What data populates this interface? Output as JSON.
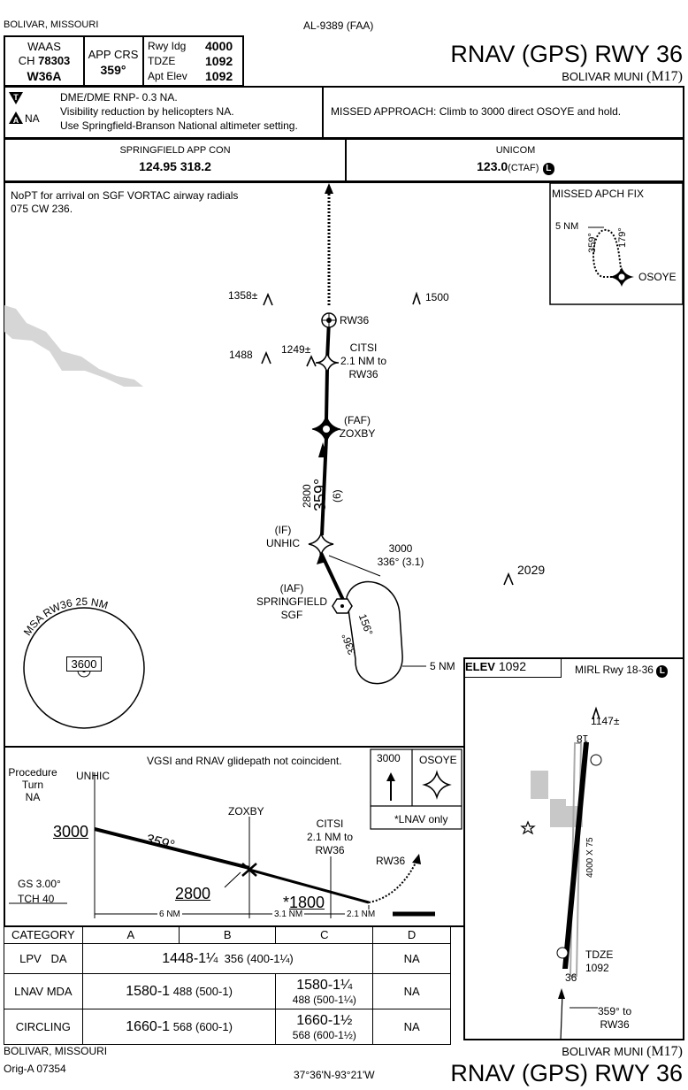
{
  "header": {
    "location": "BOLIVAR, MISSOURI",
    "chart_id": "AL-9389 (FAA)",
    "procedure": "RNAV (GPS) RWY 36",
    "airport": "BOLIVAR MUNI",
    "airport_id": "(M17)"
  },
  "briefing": {
    "waas_label": "WAAS",
    "waas_ch_label": "CH",
    "waas_ch": "78303",
    "waas_id": "W36A",
    "app_crs_label": "APP CRS",
    "app_crs": "359°",
    "rwy_ldg_label": "Rwy Idg",
    "rwy_ldg": "4000",
    "tdze_label": "TDZE",
    "tdze": "1092",
    "apt_elev_label": "Apt Elev",
    "apt_elev": "1092"
  },
  "notes": {
    "line1": "DME/DME RNP- 0.3 NA.",
    "line2": "Visibility reduction by helicopters NA.",
    "line3": "Use Springfield-Branson National altimeter setting.",
    "na_label": "NA",
    "missed_approach": "MISSED APPROACH:  Climb to 3000 direct OSOYE and hold."
  },
  "comms": {
    "app_con_label": "SPRINGFIELD APP CON",
    "app_con_freq": "124.95  318.2",
    "unicom_label": "UNICOM",
    "unicom_freq": "123.0",
    "unicom_suffix": "(CTAF)",
    "l_symbol": "L"
  },
  "plan": {
    "nopt_note": "NoPT for arrival on SGF VORTAC airway radials 075 CW 236.",
    "missed_fix_label": "MISSED APCH FIX",
    "hold_5nm": "5 NM",
    "hold_359": "359°",
    "hold_179": "179°",
    "osoye": "OSOYE",
    "obs_1358": "1358",
    "obs_1500": "1500",
    "obs_1488": "1488",
    "obs_1249": "1249",
    "obs_2029": "2029",
    "pm": "±",
    "rw36": "RW36",
    "citsi": "CITSI",
    "citsi_dist": "2.1 NM to",
    "citsi_rw": "RW36",
    "faf": "(FAF)",
    "zoxby": "ZOXBY",
    "seg_alt": "2800",
    "seg_crs": "359°",
    "seg_dist": "(6)",
    "if": "(IF)",
    "unhic": "UNHIC",
    "arr_alt": "3000",
    "arr_crs": "336° (3.1)",
    "iaf": "(IAF)",
    "springfield": "SPRINGFIELD",
    "sgf": "SGF",
    "pt_156": "156°",
    "pt_336": "336°",
    "pt_5nm": "5 NM",
    "msa_label": "MSA RW36 25 NM",
    "msa_alt": "3600"
  },
  "airport_diagram": {
    "elev_label": "ELEV",
    "elev": "1092",
    "lighting": "MIRL Rwy 18-36",
    "l_symbol": "L",
    "obs_1147": "1147",
    "pm": "±",
    "rwy_top": "18",
    "rwy_bottom": "36",
    "rwy_dims": "4000 X 75",
    "tdze_label": "TDZE",
    "tdze": "1092",
    "crs_label": "359° to",
    "crs_rw": "RW36"
  },
  "profile": {
    "pt_label1": "Procedure",
    "pt_label2": "Turn",
    "pt_label3": "NA",
    "vgsi_note": "VGSI and RNAV glidepath not coincident.",
    "unhic": "UNHIC",
    "alt_3000": "3000",
    "crs_359": "359°",
    "zoxby": "ZOXBY",
    "citsi": "CITSI",
    "citsi_dist": "2.1 NM to",
    "citsi_rw": "RW36",
    "rw36": "RW36",
    "alt_2800": "2800",
    "alt_1800": "1800",
    "lnav_star": "*",
    "gs": "GS 3.00°",
    "tch": "TCH 40",
    "ma_alt": "3000",
    "ma_fix": "OSOYE",
    "lnav_only": "*LNAV only",
    "dist_6": "6 NM",
    "dist_31": "3.1 NM",
    "dist_21": "2.1 NM"
  },
  "minimums": {
    "headers": [
      "CATEGORY",
      "A",
      "B",
      "C",
      "D"
    ],
    "lpv": {
      "label": "LPV",
      "type": "DA",
      "value": "1448-1¼",
      "detail": "356 (400-1¼)",
      "d": "NA"
    },
    "lnav": {
      "label": "LNAV  MDA",
      "ab_value": "1580-1",
      "ab_detail": "488 (500-1)",
      "c_value": "1580-1¼",
      "c_detail": "488 (500-1¼)",
      "d": "NA"
    },
    "circling": {
      "label": "CIRCLING",
      "ab_value": "1660-1",
      "ab_detail": "568 (600-1)",
      "c_value": "1660-1½",
      "c_detail": "568 (600-1½)",
      "d": "NA"
    }
  },
  "footer": {
    "location": "BOLIVAR, MISSOURI",
    "amendment": "Orig-A  07354",
    "coords": "37°36'N-93°21'W",
    "airport": "BOLIVAR MUNI",
    "airport_id": "(M17)",
    "procedure": "RNAV (GPS) RWY 36"
  }
}
